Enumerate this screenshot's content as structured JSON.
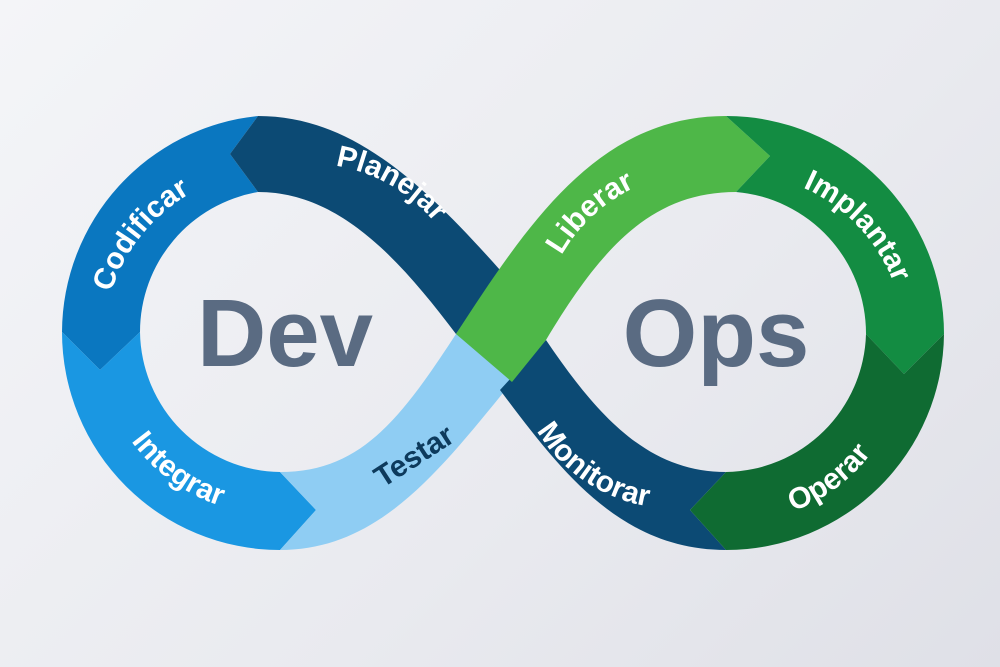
{
  "left_word": "Dev",
  "right_word": "Ops",
  "stages": [
    {
      "label": "Planejar",
      "color": "#0c4a74"
    },
    {
      "label": "Codificar",
      "color": "#0a77c0"
    },
    {
      "label": "Integrar",
      "color": "#1a97e2"
    },
    {
      "label": "Testar",
      "color": "#8fcdf3"
    },
    {
      "label": "Liberar",
      "color": "#4eb748"
    },
    {
      "label": "Implantar",
      "color": "#138c42"
    },
    {
      "label": "Operar",
      "color": "#0f6b32"
    },
    {
      "label": "Monitorar",
      "color": "#0c4a74"
    }
  ]
}
